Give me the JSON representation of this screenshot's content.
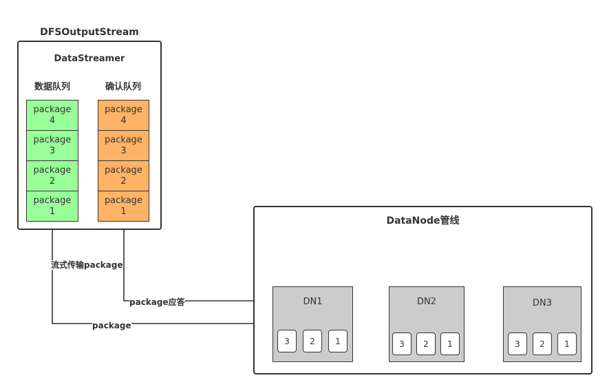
{
  "outer_box": {
    "title": "DFSOutputStream",
    "inner_title": "DataStreamer",
    "data_queue": {
      "label": "数据队列",
      "items": [
        {
          "text": "package\n4"
        },
        {
          "text": "package\n3"
        },
        {
          "text": "package\n2"
        },
        {
          "text": "package\n1"
        }
      ]
    },
    "ack_queue": {
      "label": "确认队列",
      "items": [
        {
          "text": "package\n4"
        },
        {
          "text": "package\n3"
        },
        {
          "text": "package\n2"
        },
        {
          "text": "package\n1"
        }
      ]
    }
  },
  "pipeline": {
    "title": "DataNode管线",
    "nodes": [
      {
        "label": "DN1",
        "slots": [
          "3",
          "2",
          "1"
        ]
      },
      {
        "label": "DN2",
        "slots": [
          "3",
          "2",
          "1"
        ]
      },
      {
        "label": "DN3",
        "slots": [
          "3",
          "2",
          "1"
        ]
      }
    ]
  },
  "edges": {
    "stream_label": "流式传输package",
    "ack_label": "package应答",
    "package_label": "package"
  },
  "colors": {
    "data_queue_fill": "#99ff99",
    "ack_queue_fill": "#ffb366",
    "datanode_fill": "#cccccc",
    "stroke": "#333333"
  }
}
